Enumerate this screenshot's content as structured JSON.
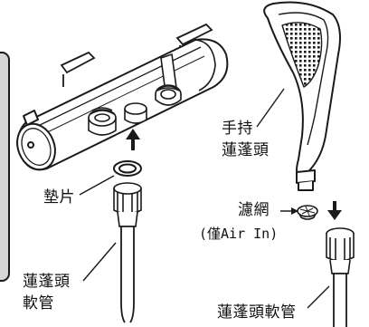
{
  "labels": {
    "gasket": "墊片",
    "handheld_line1": "手持",
    "handheld_line2": "蓮蓬頭",
    "filter": "濾網",
    "filter_note": "(僅Air In)",
    "hose_left_line1": "蓮蓬頭",
    "hose_left_line2": "軟管",
    "hose_bottom": "蓮蓬頭軟管"
  },
  "colors": {
    "line": "#1a1a1a",
    "panel": "#d5d5d5",
    "background": "#ffffff"
  }
}
